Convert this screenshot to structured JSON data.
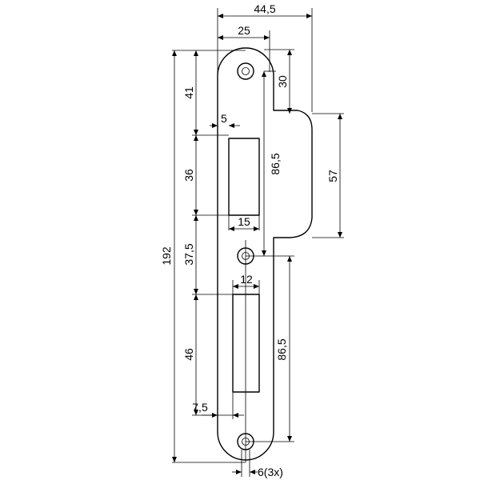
{
  "dimensions": {
    "total_width": "44,5",
    "plate_width": "25",
    "lip_offset_top": "30",
    "lip_height": "57",
    "total_height": "192",
    "top_to_slot": "41",
    "slot_edge_offset": "5",
    "upper_slot_height": "36",
    "upper_slot_width": "15",
    "upper_slot_span": "86,5",
    "slot_to_middle_hole": "37,5",
    "lower_slot_width": "12",
    "lower_slot_height": "46",
    "lower_edge_offset": "7,5",
    "middle_to_bottom_hole": "86,5",
    "hole_diameter": "6(3x)"
  }
}
